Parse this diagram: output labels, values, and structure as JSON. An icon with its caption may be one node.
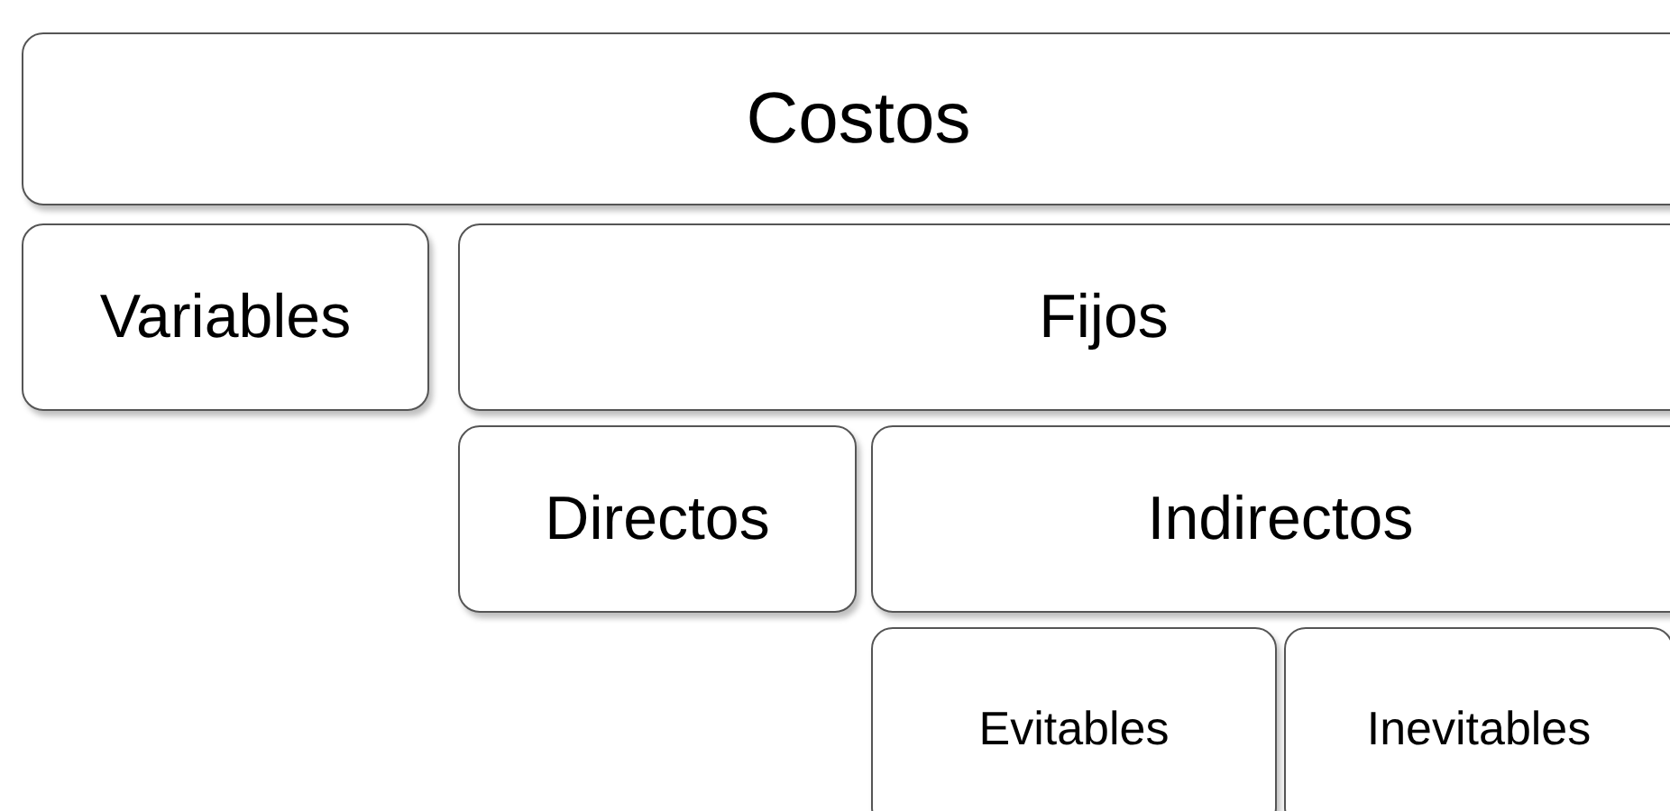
{
  "diagram": {
    "nodes": [
      {
        "text": [
          "Costos"
        ]
      },
      {
        "text": [
          "Variables"
        ]
      },
      {
        "text": [
          "Fijos"
        ]
      },
      {
        "text": [
          "Directos"
        ]
      },
      {
        "text": [
          "Indirectos"
        ]
      },
      {
        "text": [
          "Evitables"
        ]
      },
      {
        "text": [
          "Inevitables"
        ]
      }
    ]
  }
}
